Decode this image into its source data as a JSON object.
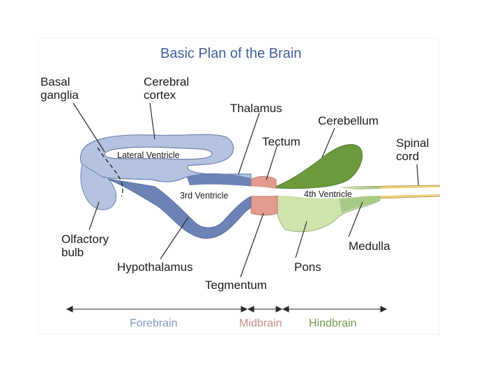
{
  "title": "Basic Plan of the Brain",
  "labels": {
    "basal_ganglia": "Basal\nganglia",
    "cerebral_cortex": "Cerebral\ncortex",
    "thalamus": "Thalamus",
    "cerebellum": "Cerebellum",
    "tectum": "Tectum",
    "spinal_cord": "Spinal\ncord",
    "lateral_ventricle": "Lateral Ventricle",
    "third_ventricle": "3rd Ventricle",
    "fourth_ventricle": "4th Ventricle",
    "olfactory_bulb": "Olfactory\nbulb",
    "hypothalamus": "Hypothalamus",
    "medulla": "Medulla",
    "pons": "Pons",
    "tegmentum": "Tegmentum"
  },
  "regions": [
    {
      "name": "Forebrain",
      "color": "#7f97c4"
    },
    {
      "name": "Midbrain",
      "color": "#c98f84"
    },
    {
      "name": "Hindbrain",
      "color": "#6f9a4a"
    }
  ],
  "colors": {
    "forebrain_fill": "#b5c3e0",
    "forebrain_dark": "#6d83b5",
    "midbrain_fill": "#e39b90",
    "hindbrain_light": "#cfe3ad",
    "cerebellum_fill": "#6d9a3c",
    "spinal_fill": "#f0d07a"
  }
}
